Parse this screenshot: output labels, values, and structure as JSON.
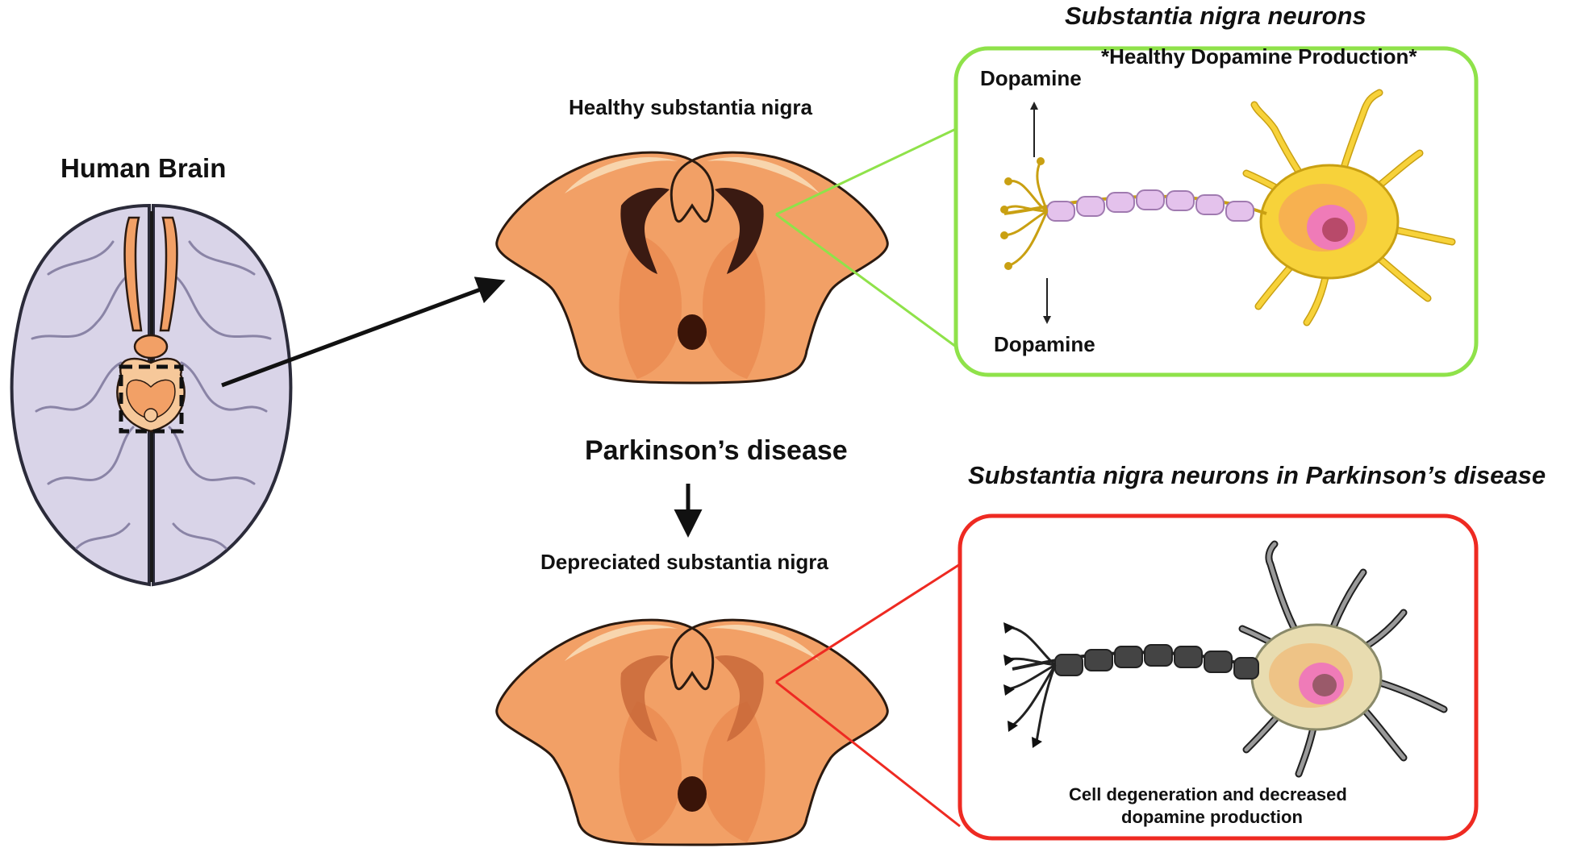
{
  "labels": {
    "human_brain": "Human Brain",
    "healthy_sn": "Healthy substantia nigra",
    "parkinsons": "Parkinson’s disease",
    "depreciated_sn": "Depreciated substantia nigra",
    "sn_neurons": "Substantia nigra neurons",
    "healthy_production": "*Healthy Dopamine Production*",
    "dopamine_top": "Dopamine",
    "dopamine_bottom": "Dopamine",
    "sn_neurons_pd": "Substantia nigra neurons in Parkinson’s disease",
    "degeneration_line1": "Cell degeneration and decreased",
    "degeneration_line2": "dopamine production"
  },
  "colors": {
    "healthy_border": "#8fe24a",
    "disease_border": "#ee2a22",
    "brain_fill": "#d9d4e8",
    "brain_stroke": "#2b2b3a",
    "midbrain_fill": "#f2a066",
    "midbrain_light": "#f6c89a",
    "healthy_nigra": "#3a1a12",
    "depleted_nigra": "#c9683a",
    "healthy_soma": "#f7d23a",
    "healthy_axon": "#e4c2ec",
    "diseased_axon": "#444444",
    "nucleus": "#ef7bb8"
  }
}
